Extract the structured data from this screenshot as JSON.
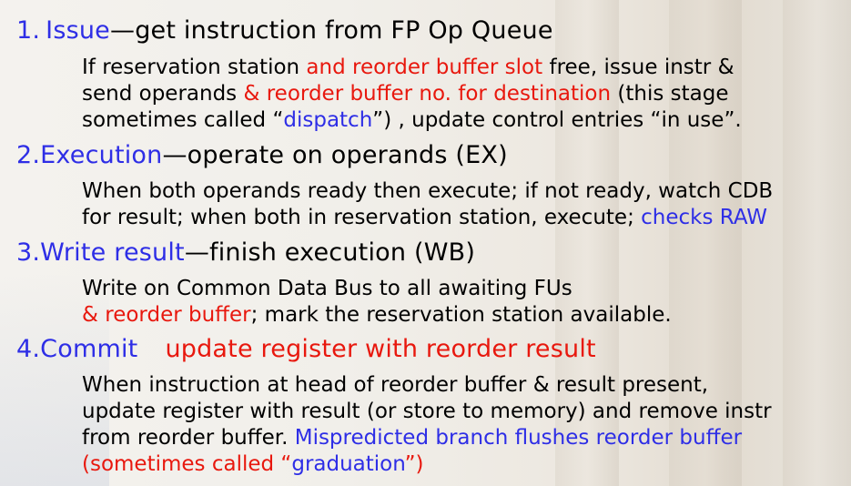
{
  "sections": [
    {
      "number": "1.",
      "title": "Issue",
      "rest": "—get instruction from FP Op Queue",
      "lines": [
        [
          {
            "t": "If reservation station ",
            "c": "k"
          },
          {
            "t": "and reorder buffer slot",
            "c": "r"
          },
          {
            "t": " free, issue instr &",
            "c": "k"
          }
        ],
        [
          {
            "t": "send operands ",
            "c": "k"
          },
          {
            "t": "& reorder buffer no. for destination",
            "c": "r"
          },
          {
            "t": " (this stage",
            "c": "k"
          }
        ],
        [
          {
            "t": "sometimes called “",
            "c": "k"
          },
          {
            "t": "dispatch",
            "c": "b"
          },
          {
            "t": "”) , update control entries “in use”.",
            "c": "k"
          }
        ]
      ]
    },
    {
      "number": "2.",
      "title": "Execution",
      "rest": "—operate on operands (EX)",
      "lines": [
        [
          {
            "t": "When both operands ready then execute; if not ready, watch CDB",
            "c": "k"
          }
        ],
        [
          {
            "t": "for result; when both in reservation station, execute; ",
            "c": "k"
          },
          {
            "t": "checks RAW",
            "c": "b"
          }
        ]
      ]
    },
    {
      "number": "3.",
      "title": "Write result",
      "rest": "—finish execution (WB)",
      "lines": [
        [
          {
            "t": "Write on Common Data Bus to all awaiting FUs",
            "c": "k"
          }
        ],
        [
          {
            "t": "& reorder buffer",
            "c": "r"
          },
          {
            "t": "; mark the reservation station available.",
            "c": "k"
          }
        ]
      ]
    },
    {
      "number": "4.",
      "title": "Commit",
      "rest": "update register with reorder result",
      "lines": [
        [
          {
            "t": "When instruction at head of reorder buffer & result present,",
            "c": "k"
          }
        ],
        [
          {
            "t": "update register with result (or store to memory) and remove instr",
            "c": "k"
          }
        ],
        [
          {
            "t": "from reorder buffer. ",
            "c": "k"
          },
          {
            "t": "Mispredicted branch flushes reorder buffer",
            "c": "b"
          }
        ],
        [
          {
            "t": "(sometimes called “",
            "c": "r"
          },
          {
            "t": "graduation",
            "c": "b"
          },
          {
            "t": "”)",
            "c": "r"
          }
        ]
      ]
    }
  ],
  "colors": {
    "k": "#000000",
    "r": "#e8180e",
    "b": "#2e2ee6"
  }
}
